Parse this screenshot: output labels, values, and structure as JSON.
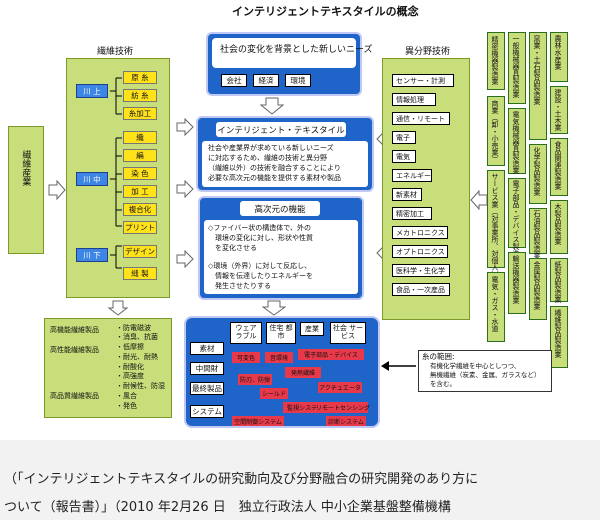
{
  "title": "インテリジェントテキスタイルの概念",
  "left": {
    "heading": "繊維技術",
    "stages": [
      "川 上",
      "川 中",
      "川 下"
    ],
    "upstream": [
      "原 糸",
      "紡 糸",
      "糸加工"
    ],
    "midstream": [
      "織",
      "編",
      "染 色",
      "加 工",
      "複合化",
      "プリント"
    ],
    "downstream": [
      "デザイン",
      "縫 製"
    ],
    "industry_label": "繊維産業"
  },
  "right": {
    "heading": "異分野技術",
    "tech": [
      "センサー・計測",
      "情報処理",
      "通信・リモート",
      "電子",
      "電気",
      "エネルギー",
      "新素材",
      "精密加工",
      "メカトロニクス",
      "オプトロニクス",
      "医科学・生化学",
      "食品・一次産品"
    ],
    "industries": [
      "精密機器製造業",
      "一般機械器具製造業",
      "窯業・土石製品製造業",
      "農林水産業",
      "建設・土木業",
      "商業（卸・小売業）",
      "電気機械器具製造業",
      "化学製品製造業",
      "食品関連製造業",
      "サービス業（対事業所、対個人）",
      "電子部品・デバイス製造業",
      "石油製品製造業",
      "輸送機器製造業",
      "金属製品製造業",
      "木製品製造業",
      "電気・ガス・水道",
      "紙製品製造業",
      "繊維製品製造業"
    ]
  },
  "center": {
    "needs_title": "社会の変化を背景とした新しいニーズ",
    "needs_chips": [
      "会社",
      "経済",
      "環境"
    ],
    "it_title": "インテリジェント・テキスタイル",
    "it_desc": [
      "社会や産業界が求めている新しいニーズ",
      "に対応するため、繊維の技術と異分野",
      "（繊維以外）の技術を融合することにより",
      "必要な高次元の機能を提供する素材や製品"
    ],
    "func_title": "高次元の機能",
    "func_desc": [
      "◇ファイバー状の構造体で、外の",
      "　環境の変化に対し、形状や性質",
      "　を変化させる",
      "",
      "◇環境（外界）に対して反応し、",
      "　情報を伝達したりエネルギーを",
      "　発生させたりする"
    ]
  },
  "products_box": {
    "left_labels": [
      "高機能繊維製品",
      "高性能繊維製品",
      "",
      "",
      "",
      "高品質繊維製品"
    ],
    "right_labels": [
      "・防電磁波",
      "・消臭、抗菌",
      "・低摩擦",
      "・耐光、耐熱",
      "・耐酸化",
      "・高強度",
      "・耐候性、防湿",
      "・風合",
      "・発色"
    ]
  },
  "fields": {
    "top": [
      "ウェア ラブル",
      "住宅 都市",
      "産業",
      "社会 サービス"
    ],
    "left": [
      "素材",
      "中間財",
      "最終製品",
      "システム"
    ],
    "red": [
      "可変色",
      "音環境",
      "電子部品・デバイス",
      "防刃、防弾",
      "発熱繊維",
      "アクチュエータ",
      "シールド",
      "監視システム",
      "リモートセンシング",
      "空間制御システム",
      "診断システム"
    ]
  },
  "note": {
    "title": "糸の範囲:",
    "lines": [
      "有機化学繊維を中心としつつ、",
      "無機繊維（炭素、金属、ガラスなど）",
      "を含む。"
    ]
  },
  "caption": {
    "line1": "（「インテリジェントテキスタイルの研究動向及び分野融合の研究開発のあり方に",
    "line2": "ついて（報告書）」（2010 年2月26 日　独立行政法人 中小企業基盤整備機構"
  },
  "colors": {
    "green": "#c7de7a",
    "green_dark": "#2b6f1e",
    "blue": "#1f64c8",
    "blue_light": "#3d86e6",
    "red": "#e8394a",
    "chip_yellow": "#ffe21a",
    "lavender": "#bfc7f5"
  }
}
